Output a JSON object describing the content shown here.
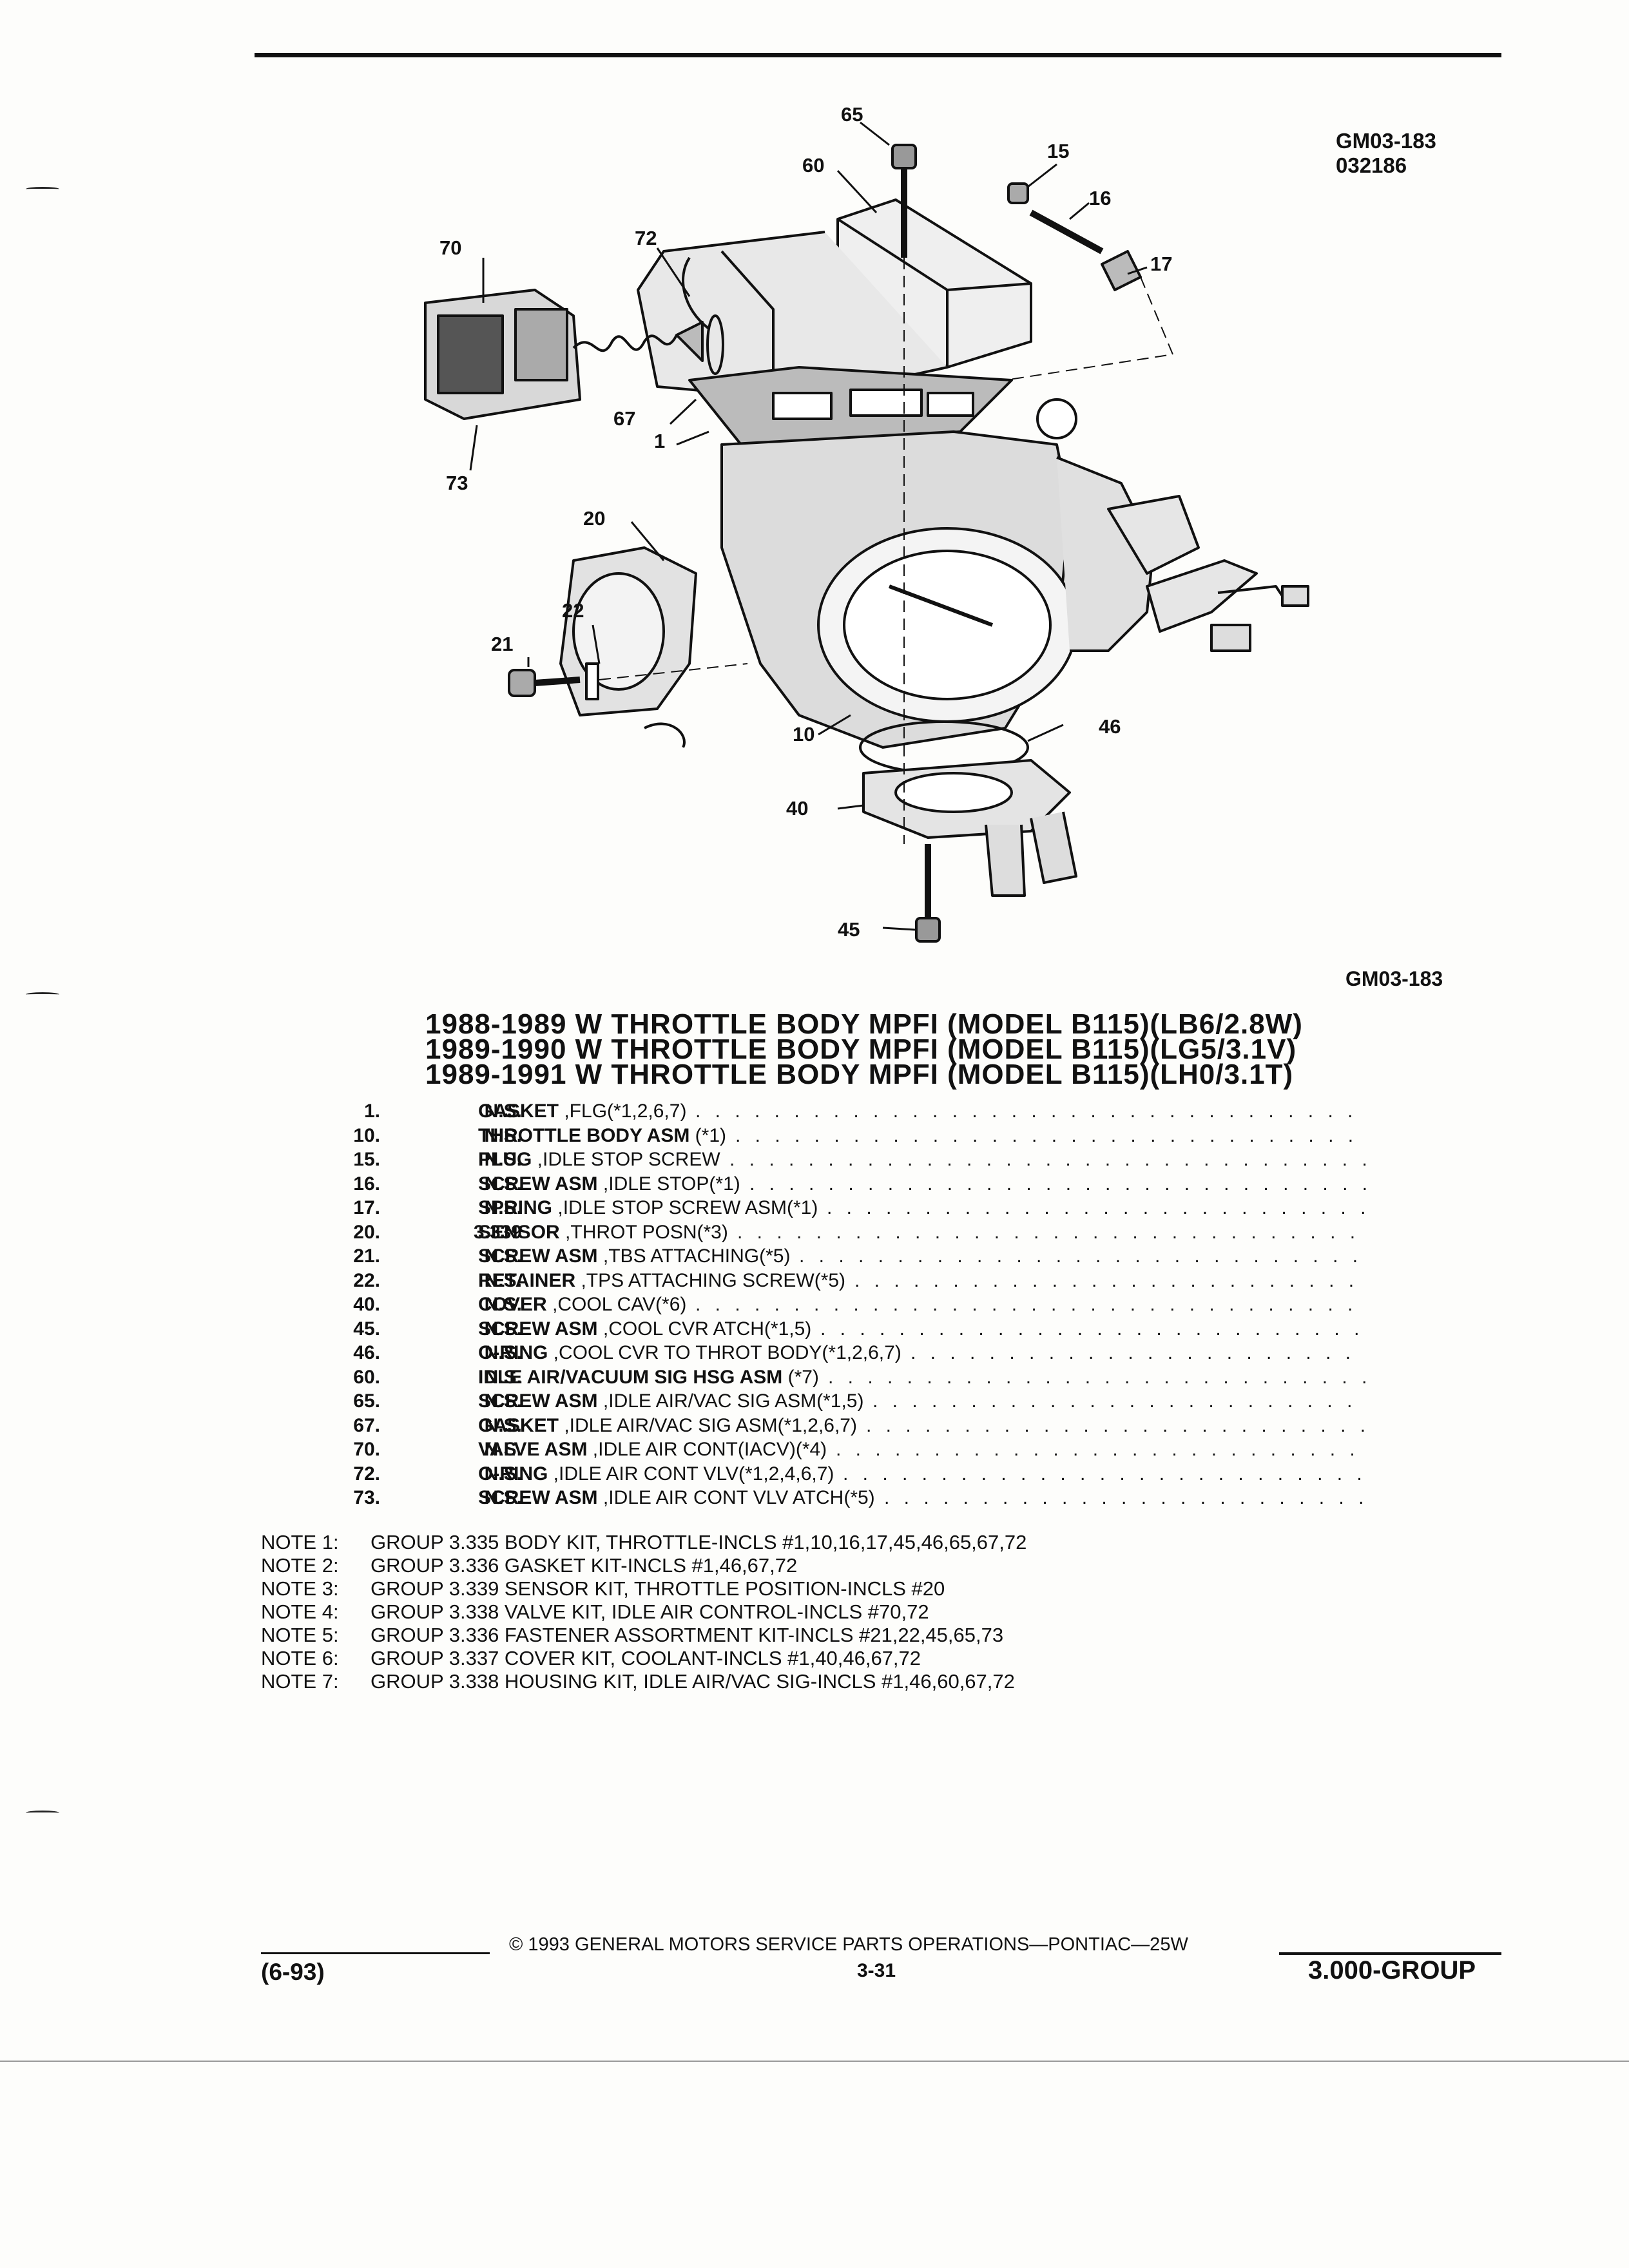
{
  "header": {
    "drawing_id": "GM03-183",
    "drawing_code": "032186",
    "caption_id": "GM03-183"
  },
  "diagram": {
    "callouts": [
      "65",
      "15",
      "60",
      "16",
      "72",
      "70",
      "17",
      "67",
      "1",
      "73",
      "20",
      "22",
      "21",
      "10",
      "46",
      "40",
      "45"
    ]
  },
  "titles": [
    "1988-1989 W THROTTLE BODY MPFI (MODEL B115)(LB6/2.8W)",
    "1989-1990 W THROTTLE BODY MPFI (MODEL B115)(LG5/3.1V)",
    "1989-1991 W THROTTLE BODY MPFI (MODEL B115)(LH0/3.1T)"
  ],
  "parts": [
    {
      "num": "1.",
      "group": "N.S.",
      "name": "GASKET",
      "desc": " ,FLG(*1,2,6,7)"
    },
    {
      "num": "10.",
      "group": "N.S.",
      "name": "THROTTLE BODY ASM",
      "desc": " (*1)"
    },
    {
      "num": "15.",
      "group": "N.S.",
      "name": "PLUG",
      "desc": " ,IDLE STOP SCREW"
    },
    {
      "num": "16.",
      "group": "N.S.",
      "name": "SCREW ASM",
      "desc": " ,IDLE STOP(*1)"
    },
    {
      "num": "17.",
      "group": "N.S.",
      "name": "SPRING",
      "desc": " ,IDLE STOP SCREW ASM(*1)"
    },
    {
      "num": "20.",
      "group": "3.339",
      "name": "SENSOR",
      "desc": " ,THROT POSN(*3)"
    },
    {
      "num": "21.",
      "group": "N.S.",
      "name": "SCREW ASM",
      "desc": " ,TBS ATTACHING(*5)"
    },
    {
      "num": "22.",
      "group": "N.S.",
      "name": "RETAINER",
      "desc": " ,TPS ATTACHING SCREW(*5)"
    },
    {
      "num": "40.",
      "group": "N.S.",
      "name": "COVER",
      "desc": " ,COOL CAV(*6)"
    },
    {
      "num": "45.",
      "group": "N.S.",
      "name": "SCREW ASM",
      "desc": " ,COOL CVR ATCH(*1,5)"
    },
    {
      "num": "46.",
      "group": "N.S.",
      "name": "O-RING",
      "desc": " ,COOL CVR TO THROT BODY(*1,2,6,7)"
    },
    {
      "num": "60.",
      "group": "N.S.",
      "name": "IDLE AIR/VACUUM SIG HSG ASM",
      "desc": " (*7)"
    },
    {
      "num": "65.",
      "group": "N.S.",
      "name": "SCREW ASM",
      "desc": " ,IDLE AIR/VAC SIG ASM(*1,5)"
    },
    {
      "num": "67.",
      "group": "N.S.",
      "name": "GASKET",
      "desc": " ,IDLE AIR/VAC SIG ASM(*1,2,6,7)"
    },
    {
      "num": "70.",
      "group": "N.S.",
      "name": "VALVE ASM",
      "desc": " ,IDLE AIR CONT(IACV)(*4)"
    },
    {
      "num": "72.",
      "group": "N.S.",
      "name": "O-RING",
      "desc": " ,IDLE AIR CONT VLV(*1,2,4,6,7)"
    },
    {
      "num": "73.",
      "group": "N.S.",
      "name": "SCREW ASM",
      "desc": " ,IDLE AIR CONT VLV ATCH(*5)"
    }
  ],
  "leader_dots": ". . . . . . . . . . . . . . . . . . . . . . . . . . . . . . . . . . . . . . . . . . . . . . . . . . . . . . . . . . . . . . . . . . . . . .",
  "notes": [
    {
      "label": "NOTE  1:",
      "text": "GROUP 3.335 BODY KIT, THROTTLE-INCLS #1,10,16,17,45,46,65,67,72"
    },
    {
      "label": "NOTE  2:",
      "text": "GROUP 3.336 GASKET KIT-INCLS #1,46,67,72"
    },
    {
      "label": "NOTE  3:",
      "text": "GROUP 3.339 SENSOR KIT, THROTTLE POSITION-INCLS #20"
    },
    {
      "label": "NOTE  4:",
      "text": "GROUP 3.338 VALVE KIT, IDLE AIR CONTROL-INCLS #70,72"
    },
    {
      "label": "NOTE  5:",
      "text": "GROUP 3.336 FASTENER ASSORTMENT KIT-INCLS #21,22,45,65,73"
    },
    {
      "label": "NOTE  6:",
      "text": "GROUP 3.337 COVER KIT, COOLANT-INCLS #1,40,46,67,72"
    },
    {
      "label": "NOTE  7:",
      "text": "GROUP 3.338 HOUSING KIT, IDLE AIR/VAC SIG-INCLS #1,46,60,67,72"
    }
  ],
  "footer": {
    "copyright": "© 1993  GENERAL MOTORS SERVICE PARTS OPERATIONS—PONTIAC—25W",
    "date": "(6-93)",
    "page": "3-31",
    "group": "3.000-GROUP"
  }
}
